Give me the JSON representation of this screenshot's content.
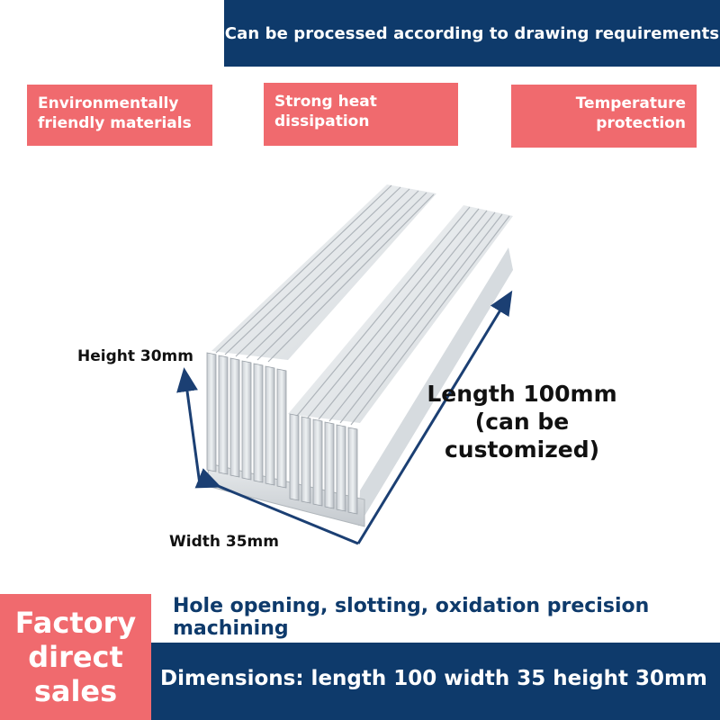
{
  "header": {
    "banner_text": "Can be processed according to drawing requirements"
  },
  "badges": [
    {
      "line1": "Environmentally",
      "line2": "friendly materials"
    },
    {
      "line1": "Strong heat",
      "line2": "dissipation"
    },
    {
      "line1": "Temperature",
      "line2": "protection"
    }
  ],
  "dimensions": {
    "height_label": "Height 30mm",
    "width_label": "Width 35mm",
    "length_line1": "Length 100mm",
    "length_line2": "(can be",
    "length_line3": "customized)"
  },
  "footer": {
    "factory_line1": "Factory",
    "factory_line2": "direct",
    "factory_line3": "sales",
    "process_text": "Hole opening, slotting, oxidation precision machining",
    "dimensions_text": "Dimensions: length 100 width 35 height 30mm"
  },
  "colors": {
    "navy": "#0e3a6b",
    "coral": "#f06a6e",
    "arrow": "#1b3f73"
  }
}
